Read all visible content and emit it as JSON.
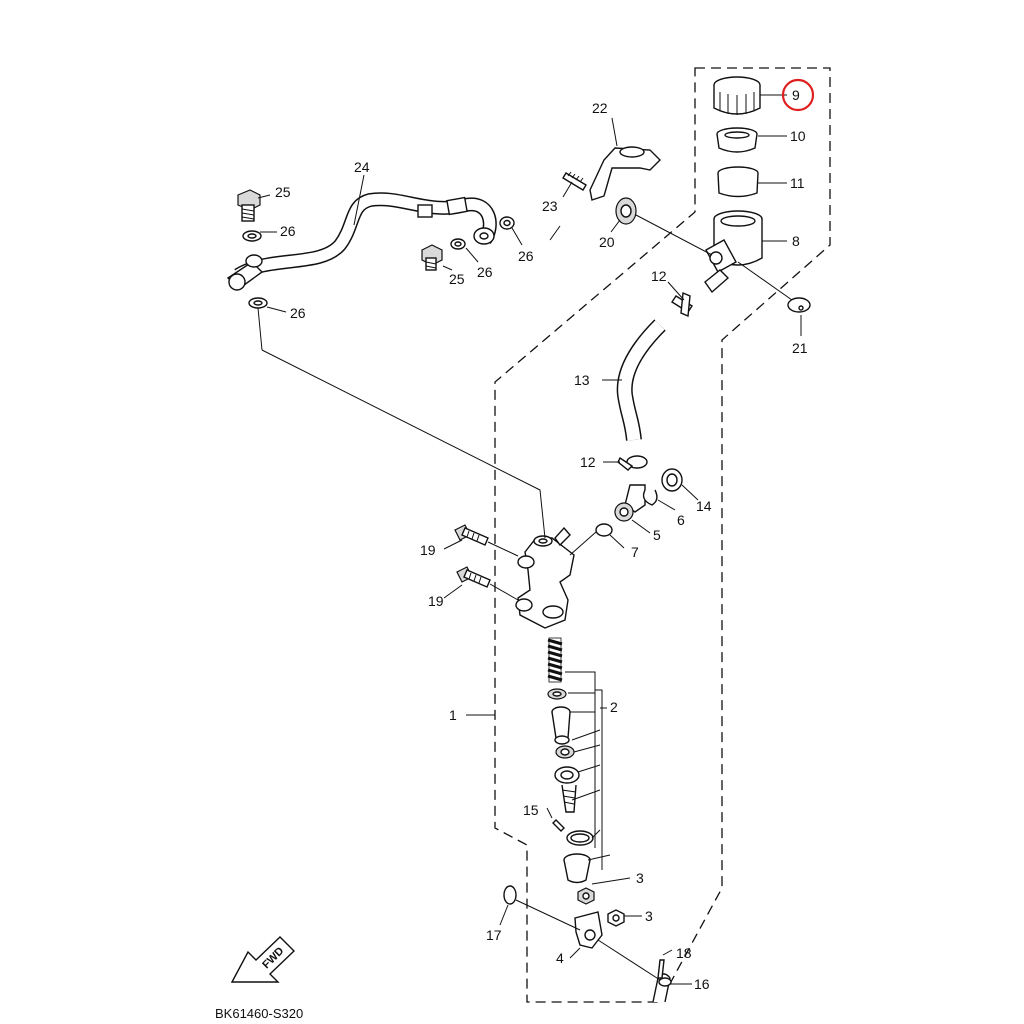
{
  "diagram_code": "BK61460-S320",
  "fwd_label": "FWD",
  "highlight_color": "#e02020",
  "callouts": {
    "c1": "1",
    "c2": "2",
    "c3a": "3",
    "c3b": "3",
    "c4": "4",
    "c5": "5",
    "c6": "6",
    "c7": "7",
    "c8": "8",
    "c9": "9",
    "c10": "10",
    "c11": "11",
    "c12a": "12",
    "c12b": "12",
    "c13": "13",
    "c14": "14",
    "c15": "15",
    "c16": "16",
    "c17": "17",
    "c18": "18",
    "c19a": "19",
    "c19b": "19",
    "c20": "20",
    "c21": "21",
    "c22": "22",
    "c23": "23",
    "c24": "24",
    "c25a": "25",
    "c25b": "25",
    "c26a": "26",
    "c26b": "26",
    "c26c": "26",
    "c26d": "26"
  }
}
